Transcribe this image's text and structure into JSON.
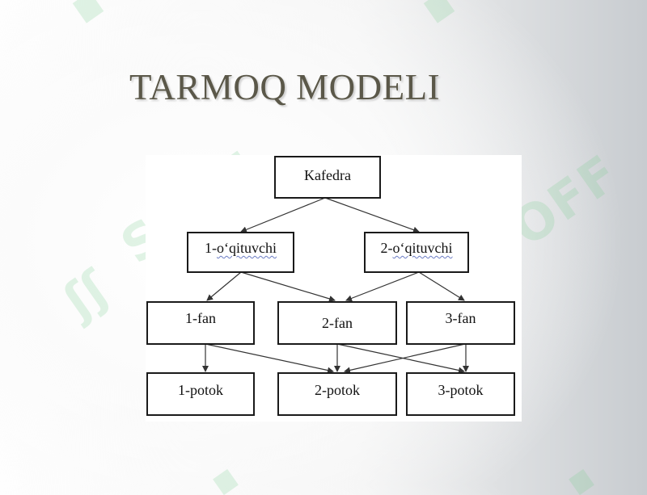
{
  "slide": {
    "title": "TARMOQ MODELI"
  },
  "watermark": {
    "text": "SOFF",
    "color": "#78cd8c"
  },
  "diagram": {
    "nodes": {
      "kafedra": "Kafedra",
      "teacher1_prefix": "1-",
      "teacher1_rest": "o‘qituvchi",
      "teacher2_prefix": "2-",
      "teacher2_rest": "o‘qituvchi",
      "fan1": "1-fan",
      "fan2": "2-fan",
      "fan3": "3-fan",
      "potok1": "1-potok",
      "potok2": "2-potok",
      "potok3": "3-potok"
    },
    "edges": [
      [
        "Kafedra",
        "1-o‘qituvchi"
      ],
      [
        "Kafedra",
        "2-o‘qituvchi"
      ],
      [
        "1-o‘qituvchi",
        "1-fan"
      ],
      [
        "1-o‘qituvchi",
        "2-fan"
      ],
      [
        "2-o‘qituvchi",
        "2-fan"
      ],
      [
        "2-o‘qituvchi",
        "3-fan"
      ],
      [
        "1-fan",
        "1-potok"
      ],
      [
        "1-fan",
        "2-potok"
      ],
      [
        "2-fan",
        "2-potok"
      ],
      [
        "2-fan",
        "3-potok"
      ],
      [
        "3-fan",
        "2-potok"
      ],
      [
        "3-fan",
        "3-potok"
      ]
    ]
  }
}
